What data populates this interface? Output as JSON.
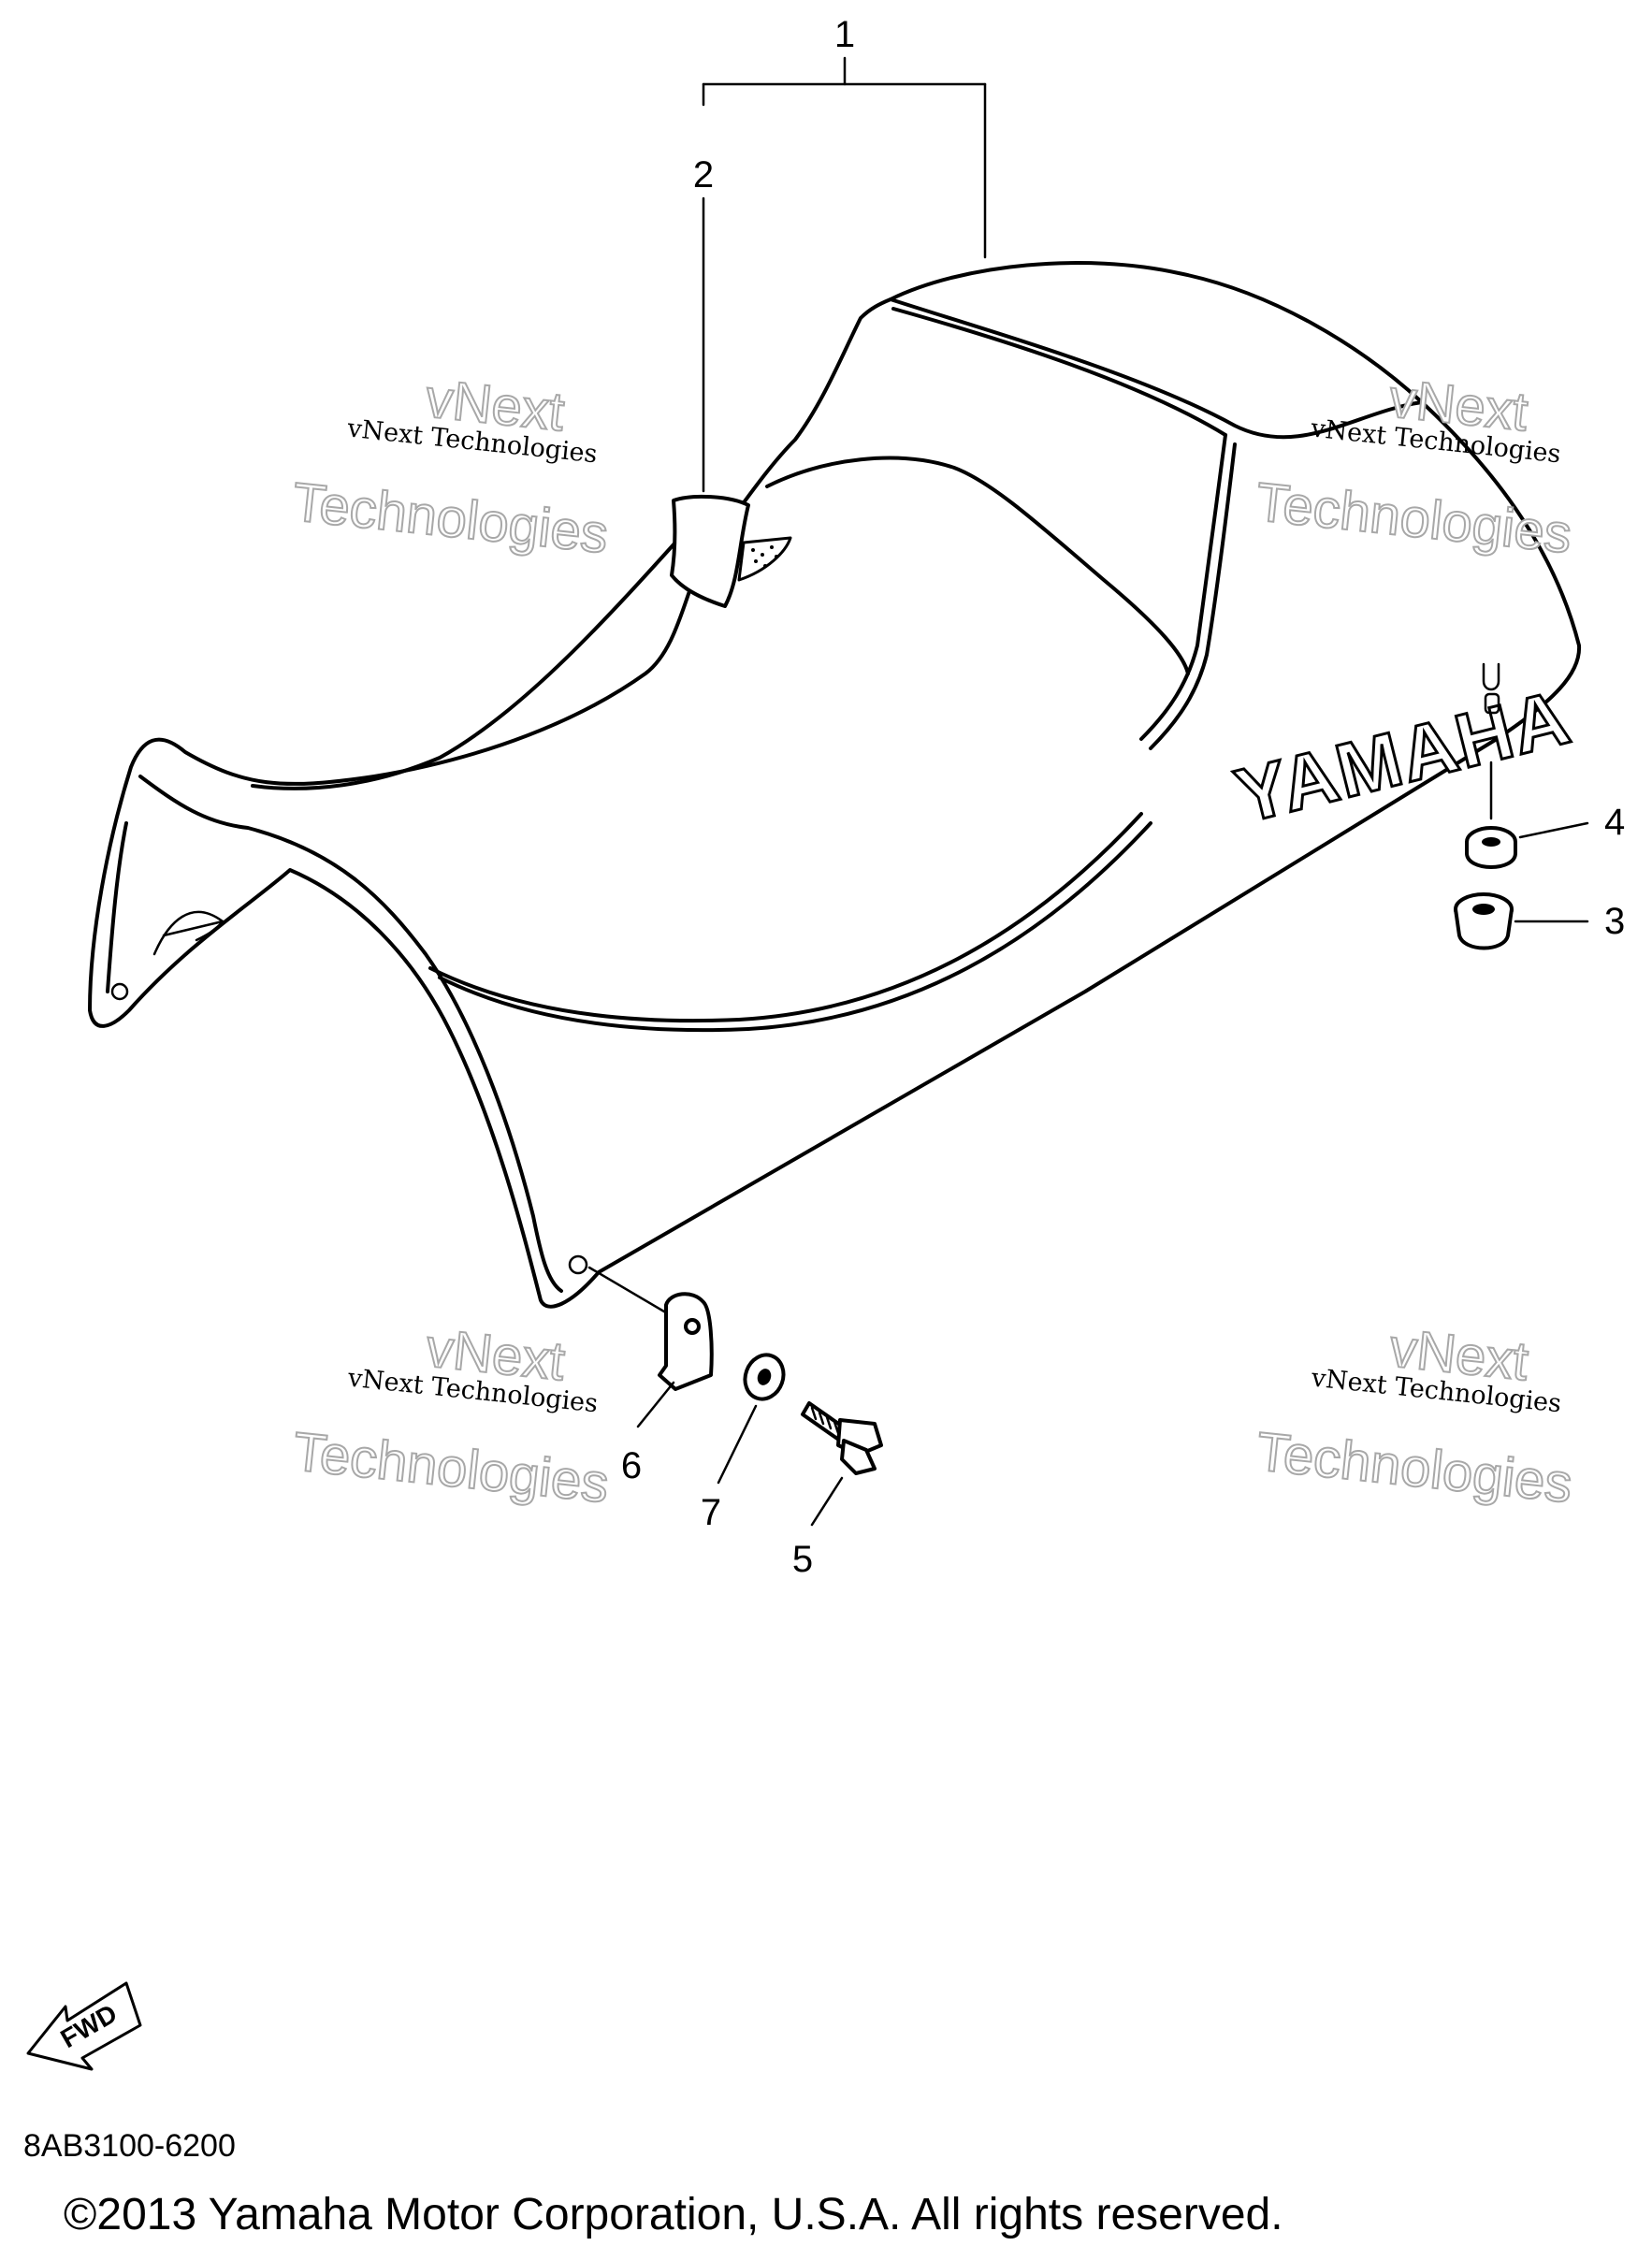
{
  "callouts": {
    "c1": "1",
    "c2": "2",
    "c3": "3",
    "c4": "4",
    "c5": "5",
    "c6": "6",
    "c7": "7"
  },
  "seat_brand_text": "YAMAHA",
  "watermark": {
    "line1": "vNext Technologies",
    "line2": "vNext",
    "line3": "Technologies"
  },
  "fwd_label": "FWD",
  "diagram_code": "8AB3100-6200",
  "copyright": "©2013 Yamaha Motor Corporation, U.S.A. All rights reserved."
}
